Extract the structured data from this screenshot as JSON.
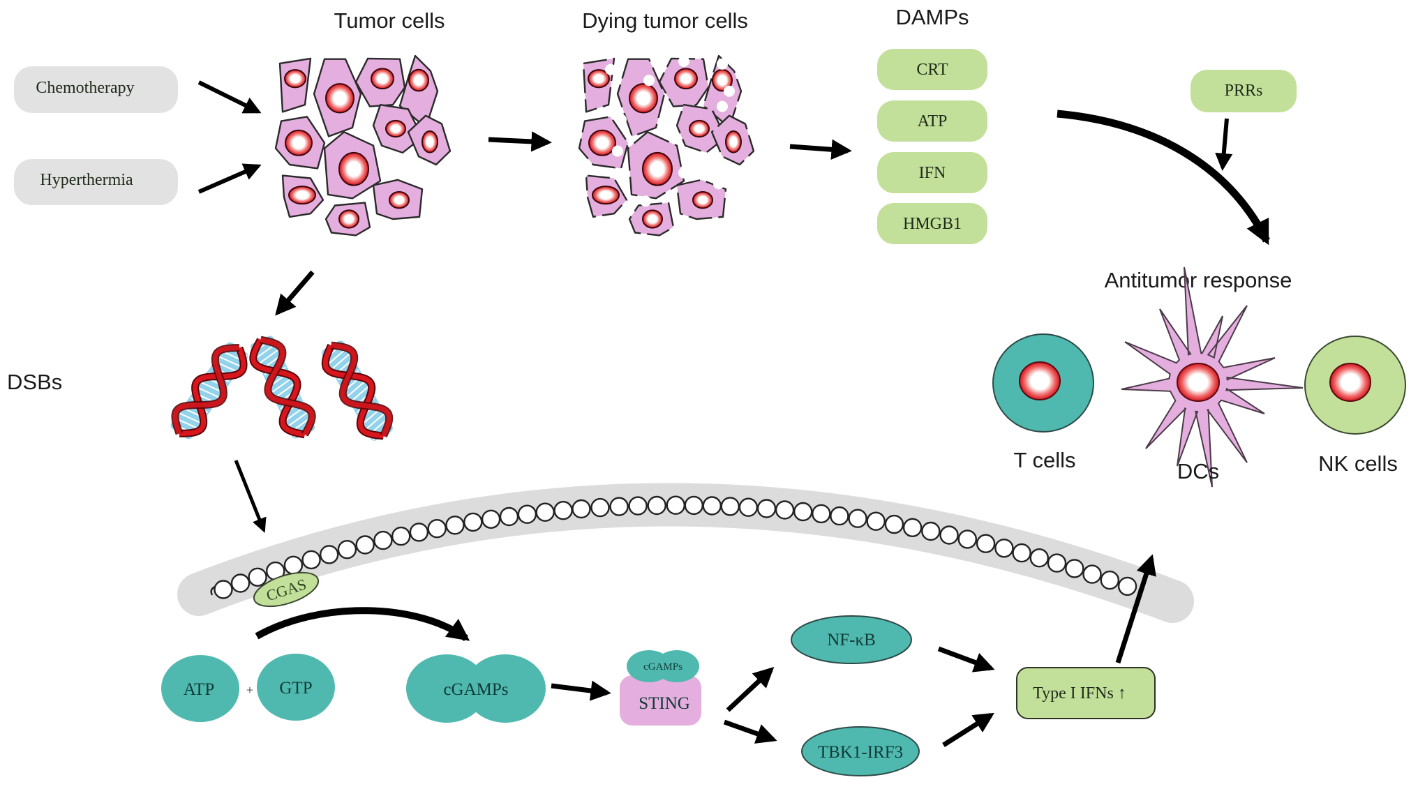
{
  "colors": {
    "gray_box": "#e2e2e2",
    "green_box": "#c3e09a",
    "teal": "#4fb9b0",
    "pink_cell": "#e4aede",
    "nucleus_red": "#dd1f2a",
    "band_gray": "#dcdcdc",
    "arrow": "#000000"
  },
  "triggers": [
    {
      "label": "Chemotherapy"
    },
    {
      "label": "Hyperthermia"
    }
  ],
  "tumor_cells": {
    "title": "Tumor cells"
  },
  "dying_cells": {
    "title": "Dying tumor cells"
  },
  "damps": {
    "title": "DAMPs",
    "items": [
      {
        "label": "CRT"
      },
      {
        "label": "ATP"
      },
      {
        "label": "IFN"
      },
      {
        "label": "HMGB1"
      }
    ]
  },
  "prrs": {
    "label": "PRRs"
  },
  "antitumor": {
    "title": "Antitumor response",
    "cells": [
      {
        "label": "T cells"
      },
      {
        "label": "DCs"
      },
      {
        "label": "NK cells"
      }
    ]
  },
  "dsbs": {
    "label": "DSBs"
  },
  "cgas": {
    "label": "CGAS"
  },
  "pathway": {
    "atp": "ATP",
    "plus": "+",
    "gtp": "GTP",
    "cgamps": "cGAMPs",
    "cgamps_small": "cGAMPs",
    "sting": "STING",
    "nfkb": "NF-κB",
    "tbk1": "TBK1-IRF3",
    "type1_ifns": "Type I IFNs ↑"
  }
}
